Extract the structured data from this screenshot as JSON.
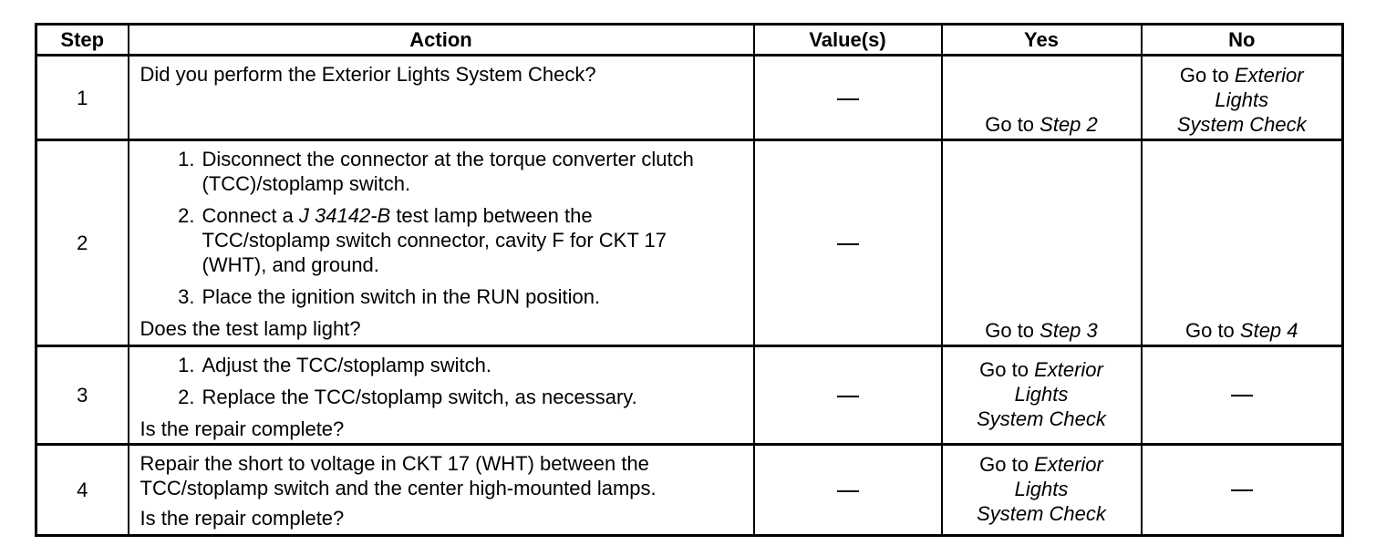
{
  "headers": {
    "step": "Step",
    "action": "Action",
    "values": "Value(s)",
    "yes": "Yes",
    "no": "No"
  },
  "rows": [
    {
      "step": "1",
      "question": "Did you perform the Exterior Lights System Check?",
      "value": "—",
      "yes": {
        "prefix": "Go to ",
        "target": "Step 2"
      },
      "no": {
        "prefix": "Go to ",
        "target_lines": [
          "Exterior",
          "Lights",
          "System Check"
        ]
      }
    },
    {
      "step": "2",
      "items": [
        {
          "num": "1.",
          "text": "Disconnect the connector at the torque converter clutch (TCC)/stoplamp switch."
        },
        {
          "num": "2.",
          "pre": "Connect a ",
          "tool": "J 34142-B",
          "post": " test lamp between the TCC/stoplamp switch connector, cavity F for CKT 17 (WHT), and ground."
        },
        {
          "num": "3.",
          "text": "Place the ignition switch in the RUN position."
        }
      ],
      "question": "Does the test lamp light?",
      "value": "—",
      "yes": {
        "prefix": "Go to ",
        "target": "Step 3"
      },
      "no": {
        "prefix": "Go to ",
        "target": "Step 4"
      }
    },
    {
      "step": "3",
      "items": [
        {
          "num": "1.",
          "text": "Adjust the TCC/stoplamp switch."
        },
        {
          "num": "2.",
          "text": "Replace the TCC/stoplamp switch, as necessary."
        }
      ],
      "question": "Is the repair complete?",
      "value": "—",
      "yes": {
        "prefix": "Go to ",
        "target_lines": [
          "Exterior",
          "Lights",
          "System Check"
        ]
      },
      "no": "—"
    },
    {
      "step": "4",
      "paragraph": "Repair the short to voltage in CKT 17 (WHT) between the TCC/stoplamp switch and the center high-mounted lamps.",
      "question": "Is the repair complete?",
      "value": "—",
      "yes": {
        "prefix": "Go to ",
        "target_lines": [
          "Exterior",
          "Lights",
          "System Check"
        ]
      },
      "no": "—"
    }
  ]
}
